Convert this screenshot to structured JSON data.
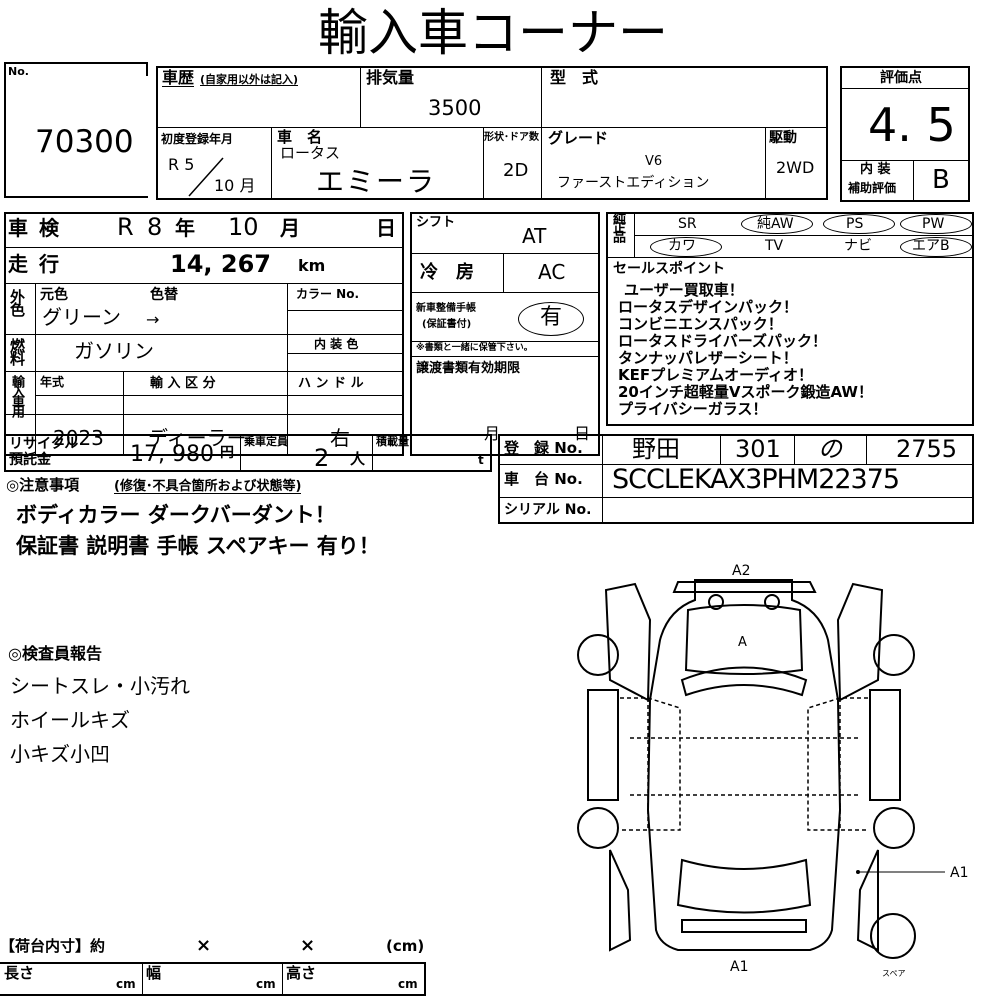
{
  "title": "輸入車コーナー",
  "no": {
    "label": "No.",
    "value": "70300"
  },
  "history": {
    "label": "車歴",
    "note": "(自家用以外は記入)"
  },
  "displacement": {
    "label": "排気量",
    "value": "3500"
  },
  "model": {
    "label": "型　式",
    "value": ""
  },
  "score": {
    "label": "評価点",
    "value": "4. 5",
    "interior_label_1": "内 装",
    "interior_label_2": "補助評価",
    "interior_value": "B"
  },
  "first_reg": {
    "label": "初度登録年月",
    "era": "R 5",
    "month": "10 月"
  },
  "car_name": {
    "label": "車　名",
    "maker": "ロータス",
    "name": "エミーラ"
  },
  "doors": {
    "label": "形状･ドア数",
    "value": "2D"
  },
  "grade": {
    "label": "グレード",
    "line1": "V6",
    "line2": "ファーストエディション"
  },
  "drive": {
    "label": "駆動",
    "value": "2WD"
  },
  "inspection": {
    "label": "車 検",
    "era": "R",
    "year": "8",
    "year_unit": "年",
    "month": "10",
    "month_unit": "月",
    "day_unit": "日"
  },
  "mileage": {
    "label": "走 行",
    "value": "14, 267",
    "unit": "km"
  },
  "shift": {
    "label": "シフト",
    "value": "AT"
  },
  "aircon": {
    "label": "冷　房",
    "value": "AC"
  },
  "color": {
    "side": "外色",
    "original_label": "元色",
    "repaint_label": "色替",
    "color_no_label": "カラー No.",
    "value": "グリーン",
    "arrow": "→"
  },
  "fuel": {
    "side": "燃料",
    "value": "ガソリン",
    "interior_color_label": "内 装 色"
  },
  "maintenance": {
    "label1": "新車整備手帳",
    "label2": "(保証書付)",
    "value": "有",
    "note": "※書類と一緒に保管下さい。"
  },
  "import": {
    "side": "輸入車用",
    "year_label": "年式",
    "year": "2023",
    "type_label": "輸 入 区 分",
    "type": "ディーラー",
    "handle_label": "ハ ン ド ル",
    "handle": "右"
  },
  "transfer": {
    "label": "譲渡書類有効期限",
    "month_unit": "月",
    "day_unit": "日"
  },
  "genuine": {
    "side": "純正品",
    "items_row1": [
      "SR",
      "純AW",
      "PS",
      "PW"
    ],
    "items_row2": [
      "カワ",
      "TV",
      "ナビ",
      "エアB"
    ]
  },
  "sales": {
    "label": "セールスポイント",
    "lines": [
      "ユーザー買取車！",
      "ロータスデザインパック！",
      "コンビニエンスパック！",
      "ロータスドライバーズパック！",
      "タンナッパレザーシート！",
      "KEFプレミアムオーディオ！",
      "20インチ超軽量Vスポーク鍛造AW！",
      "プライバシーガラス！"
    ]
  },
  "recycle": {
    "label1": "リサイクル",
    "label2": "預託金",
    "value": "17, 980",
    "unit": "円"
  },
  "capacity": {
    "label": "乗車定員",
    "value": "2",
    "unit": "人"
  },
  "load": {
    "label": "積載量",
    "unit": "t"
  },
  "registration": {
    "label": "登　録 No.",
    "place": "野田",
    "class": "301",
    "kana": "の",
    "number": "2755"
  },
  "chassis": {
    "label": "車　台 No.",
    "value": "SCCLEKAX3PHM22375"
  },
  "serial": {
    "label": "シリアル No.",
    "value": ""
  },
  "notes": {
    "label": "◎注意事項",
    "sub": "(修復･不具合箇所および状態等)",
    "line1": "ボディカラー ダークバーダント！",
    "line2": "保証書 説明書 手帳 スペアキー 有り！"
  },
  "inspector": {
    "label": "◎検査員報告",
    "lines": [
      "シートスレ・小汚れ",
      "ホイールキズ",
      "小キズ小凹"
    ]
  },
  "cargo": {
    "label": "【荷台内寸】約",
    "x1": "×",
    "x2": "×",
    "unit": "(cm)",
    "length": "長さ",
    "width": "幅",
    "height": "高さ",
    "cm": "cm"
  },
  "diagram": {
    "a2": "A2",
    "a": "A",
    "a1_right": "A1",
    "a1_bottom": "A1",
    "spare": "スペア"
  }
}
